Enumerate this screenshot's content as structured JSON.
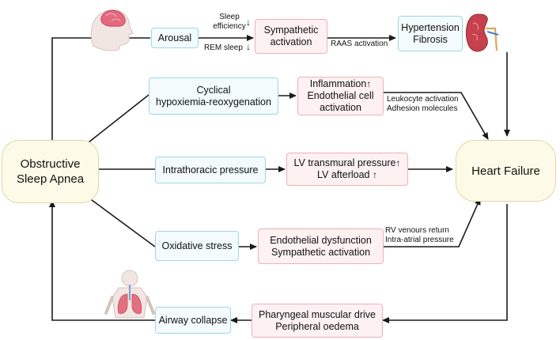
{
  "hubs": {
    "osa": {
      "line1": "Obstructive",
      "line2": "Sleep Apnea"
    },
    "hf": {
      "label": "Heart Failure"
    }
  },
  "boxes": {
    "arousal": "Arousal",
    "sympathetic": {
      "line1": "Sympathetic",
      "line2": "activation"
    },
    "hypertension": {
      "line1": "Hypertension",
      "line2": "Fibrosis"
    },
    "hypoxemia": {
      "line1": "Cyclical",
      "line2": "hypoxiemia-reoxygenation"
    },
    "inflammation": {
      "line1": "Inflammation",
      "line2": "Endothelial cell",
      "line3": "activation"
    },
    "intrathoracic": "Intrathoracic pressure",
    "lv": {
      "line1": "LV transmural pressure",
      "line2": "LV afterload"
    },
    "oxidative": "Oxidative stress",
    "endothelial": {
      "line1": "Endothelial dysfunction",
      "line2": "Sympathetic activation"
    },
    "pharyngeal": {
      "line1": "Pharyngeal muscular drive",
      "line2": "Peripheral oedema"
    },
    "airway": "Airway collapse"
  },
  "labels": {
    "sleep_efficiency": {
      "line1": "Sleep",
      "line2": "efficiency"
    },
    "rem_sleep": "REM sleep",
    "raas": "RAAS activation",
    "leukocyte": "Leukocyte activation",
    "adhesion": "Adhesion molecules",
    "rv_return": "RV venours return",
    "intra_atrial": "Intra-atrial pressure"
  },
  "glyphs": {
    "up_arrow": "↑",
    "down_arrow": "↓"
  },
  "icons": [
    "brain-head-icon",
    "kidney-icon",
    "lungs-torso-icon"
  ],
  "colors": {
    "blue_border": "#9fd7e6",
    "blue_fill": "#f3fbfd",
    "pink_border": "#efb0b8",
    "pink_fill": "#fdf1f2",
    "hub_border": "#ddd8a6",
    "hub_fill": "#fdfbe7",
    "arrow": "#1a1a1a"
  }
}
